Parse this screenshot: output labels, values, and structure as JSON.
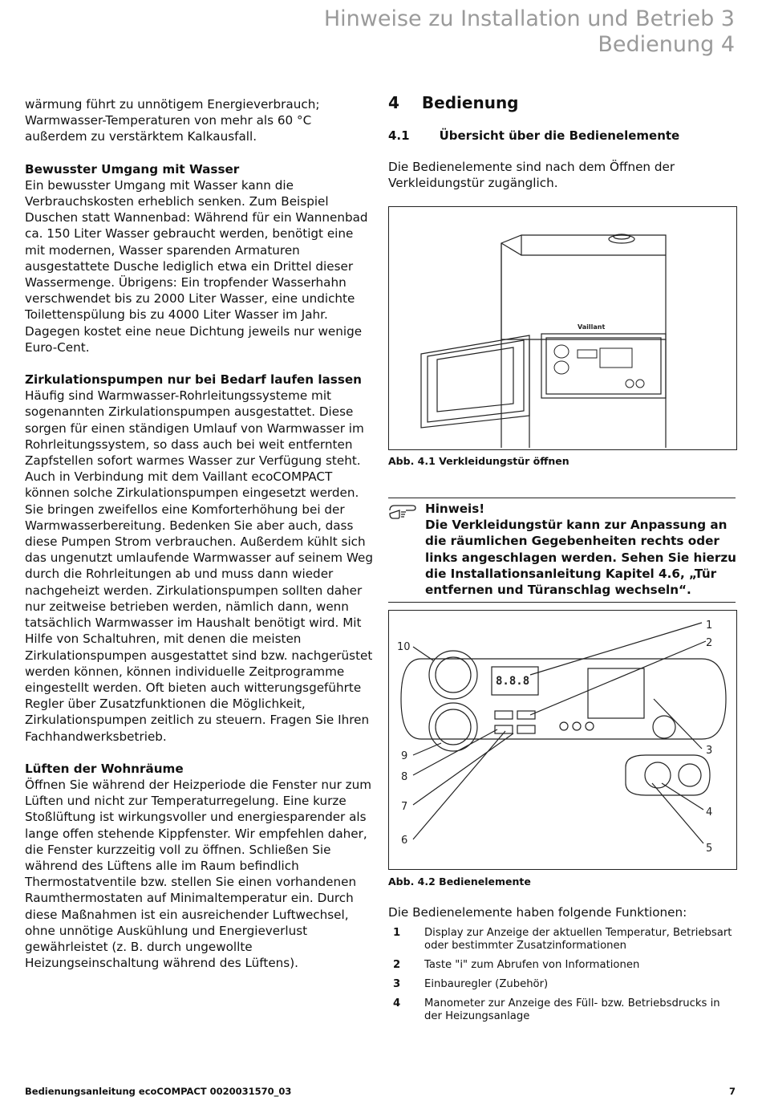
{
  "header": {
    "line1": "Hinweise zu Installation und Betrieb 3",
    "line2": "Bedienung 4"
  },
  "left": {
    "p0": "wärmung führt zu unnötigem Energieverbrauch; Warmwasser-Temperaturen von mehr als 60 °C außerdem zu verstärktem Kalkausfall.",
    "s1_title": "Bewusster Umgang mit Wasser",
    "s1_body": "Ein bewusster Umgang mit Wasser kann die Verbrauchskosten erheblich senken. Zum Beispiel Duschen statt Wannenbad: Während für ein Wannenbad ca. 150 Liter Wasser gebraucht werden, benötigt eine mit modernen, Wasser sparenden Armaturen ausgestattete Dusche lediglich etwa ein Drittel dieser Wassermenge. Übrigens: Ein tropfender Wasserhahn verschwendet bis zu 2000 Liter Wasser, eine undichte Toilettenspülung bis zu 4000 Liter Wasser im Jahr. Dagegen kostet eine neue Dichtung jeweils nur wenige Euro-Cent.",
    "s2_title": "Zirkulationspumpen nur bei Bedarf laufen lassen",
    "s2_body": "Häufig sind Warmwasser-Rohrleitungssysteme mit sogenannten Zirkulationspumpen ausgestattet. Diese sorgen für einen ständigen Umlauf von Warmwasser im Rohrleitungssystem, so dass auch bei weit entfernten Zapfstellen sofort warmes Wasser zur Verfügung steht. Auch in Verbindung mit dem Vaillant ecoCOMPACT können solche Zirkulationspumpen eingesetzt werden. Sie bringen zweifellos eine Komforterhöhung bei der Warmwasserbereitung. Bedenken Sie aber auch, dass diese Pumpen Strom verbrauchen. Außerdem kühlt sich das ungenutzt umlaufende Warmwasser auf seinem Weg durch die Rohrleitungen ab und muss dann wieder nachgeheizt werden. Zirkulationspumpen sollten daher nur zeitweise betrieben werden, nämlich dann, wenn tatsächlich Warmwasser im Haushalt benötigt wird. Mit Hilfe von Schaltuhren, mit denen die meisten Zirkulationspumpen ausgestattet sind bzw. nachgerüstet werden können, können individuelle Zeitprogramme eingestellt werden. Oft bieten auch witterungsgeführte Regler über Zusatzfunktionen die Möglichkeit, Zirkulationspumpen zeitlich zu steuern. Fragen Sie Ihren Fachhandwerksbetrieb.",
    "s3_title": "Lüften der Wohnräume",
    "s3_body": "Öffnen Sie während der Heizperiode die Fenster nur zum Lüften und nicht zur Temperaturregelung. Eine kurze Stoßlüftung ist wirkungsvoller und energiesparender als lange offen stehende Kippfenster. Wir empfehlen daher, die Fenster kurzzeitig voll zu öffnen. Schließen Sie während des Lüftens alle im Raum befindlich Thermostatventile bzw. stellen Sie einen vorhandenen Raumthermostaten auf Minimaltemperatur ein. Durch diese Maßnahmen ist ein ausreichender Luftwechsel, ohne unnötige Auskühlung und Energieverlust gewährleistet (z. B. durch ungewollte Heizungseinschaltung während des Lüftens)."
  },
  "right": {
    "h1_num": "4",
    "h1_text": "Bedienung",
    "h2_num": "4.1",
    "h2_text": "Übersicht über die Bedienelemente",
    "intro": "Die Bedienelemente sind nach dem Öffnen der Verkleidungstür zugänglich.",
    "fig1_caption": "Abb. 4.1 Verkleidungstür öffnen",
    "fig1_brand": "Vaillant",
    "hint_title": "Hinweis!",
    "hint_body": "Die Verkleidungstür kann zur Anpassung an die räumlichen Gegebenheiten rechts oder links angeschlagen werden. Sehen Sie hierzu die Installationsanleitung Kapitel 4.6, „Tür entfernen und Türanschlag wechseln“.",
    "fig2_display": "8.8.8",
    "fig2_labels": [
      "1",
      "2",
      "3",
      "4",
      "5",
      "6",
      "7",
      "8",
      "9",
      "10"
    ],
    "fig2_caption": "Abb. 4.2 Bedienelemente",
    "functions_intro": "Die Bedienelemente haben folgende Funktionen:",
    "functions": [
      {
        "num": "1",
        "text": "Display zur Anzeige der aktuellen Temperatur, Betriebsart oder bestimmter Zusatzinformationen"
      },
      {
        "num": "2",
        "text": "Taste \"i\" zum Abrufen von Informationen"
      },
      {
        "num": "3",
        "text": "Einbauregler (Zubehör)"
      },
      {
        "num": "4",
        "text": "Manometer zur Anzeige des Füll- bzw. Betriebsdrucks in der Heizungsanlage"
      }
    ]
  },
  "footer": {
    "text": "Bedienungsanleitung ecoCOMPACT 0020031570_03",
    "page": "7"
  }
}
